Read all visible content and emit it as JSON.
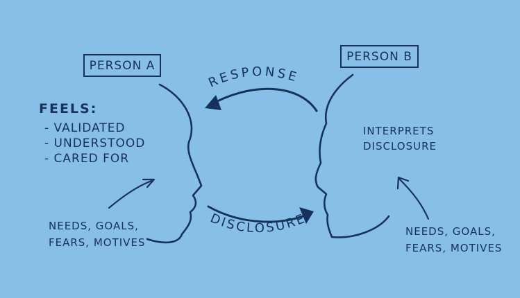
{
  "person_a": {
    "label": "PERSON A"
  },
  "person_b": {
    "label": "PERSON B"
  },
  "feels": {
    "title": "FEELS:",
    "items": [
      "VALIDATED",
      "UNDERSTOOD",
      "CARED FOR"
    ]
  },
  "needs_a": {
    "line1": "NEEDS, GOALS,",
    "line2": "FEARS, MOTIVES"
  },
  "needs_b": {
    "line1": "NEEDS, GOALS,",
    "line2": "FEARS, MOTIVES"
  },
  "interprets": {
    "line1": "INTERPRETS",
    "line2": "DISCLOSURE"
  },
  "arrows": {
    "response": "RESPONSE",
    "disclosure": "DISCLOSURE"
  },
  "colors": {
    "background": "#87bfe8",
    "ink": "#14325c"
  }
}
